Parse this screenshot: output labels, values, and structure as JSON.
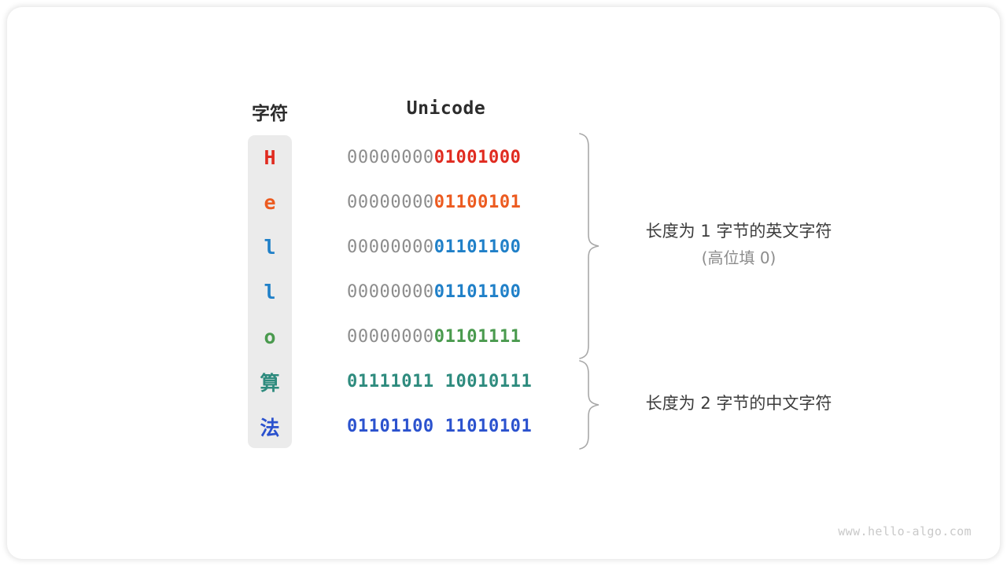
{
  "card": {
    "background": "#ffffff",
    "strip_color": "#ebebeb"
  },
  "headers": {
    "char": "字符",
    "unicode": "Unicode"
  },
  "palette": {
    "red": "#e02b20",
    "orange": "#ec5b20",
    "blue": "#2080c8",
    "green": "#4a9a4e",
    "teal": "#2e8b7e",
    "indigo": "#2b52ce",
    "gray_bits": "#8c8c8c",
    "text_dark": "#3c3c3c",
    "text_muted": "#8c8c8c",
    "watermark": "#c9c9c9"
  },
  "rows": [
    {
      "char": "H",
      "high": "00000000",
      "low": "01001000",
      "color": "#e02b20",
      "cjk": false
    },
    {
      "char": "e",
      "high": "00000000",
      "low": "01100101",
      "color": "#ec5b20",
      "cjk": false
    },
    {
      "char": "l",
      "high": "00000000",
      "low": "01101100",
      "color": "#2080c8",
      "cjk": false
    },
    {
      "char": "l",
      "high": "00000000",
      "low": "01101100",
      "color": "#2080c8",
      "cjk": false
    },
    {
      "char": "o",
      "high": "00000000",
      "low": "01101111",
      "color": "#4a9a4e",
      "cjk": false
    },
    {
      "char": "算",
      "high": "",
      "low": "01111011 10010111",
      "color": "#2e8b7e",
      "cjk": true
    },
    {
      "char": "法",
      "high": "",
      "low": "01101100 11010101",
      "color": "#2b52ce",
      "cjk": true
    }
  ],
  "annotations": [
    {
      "main": "长度为 1 字节的英文字符",
      "sub": "(高位填 0)"
    },
    {
      "main": "长度为 2 字节的中文字符",
      "sub": ""
    }
  ],
  "watermark": "www.hello-algo.com"
}
